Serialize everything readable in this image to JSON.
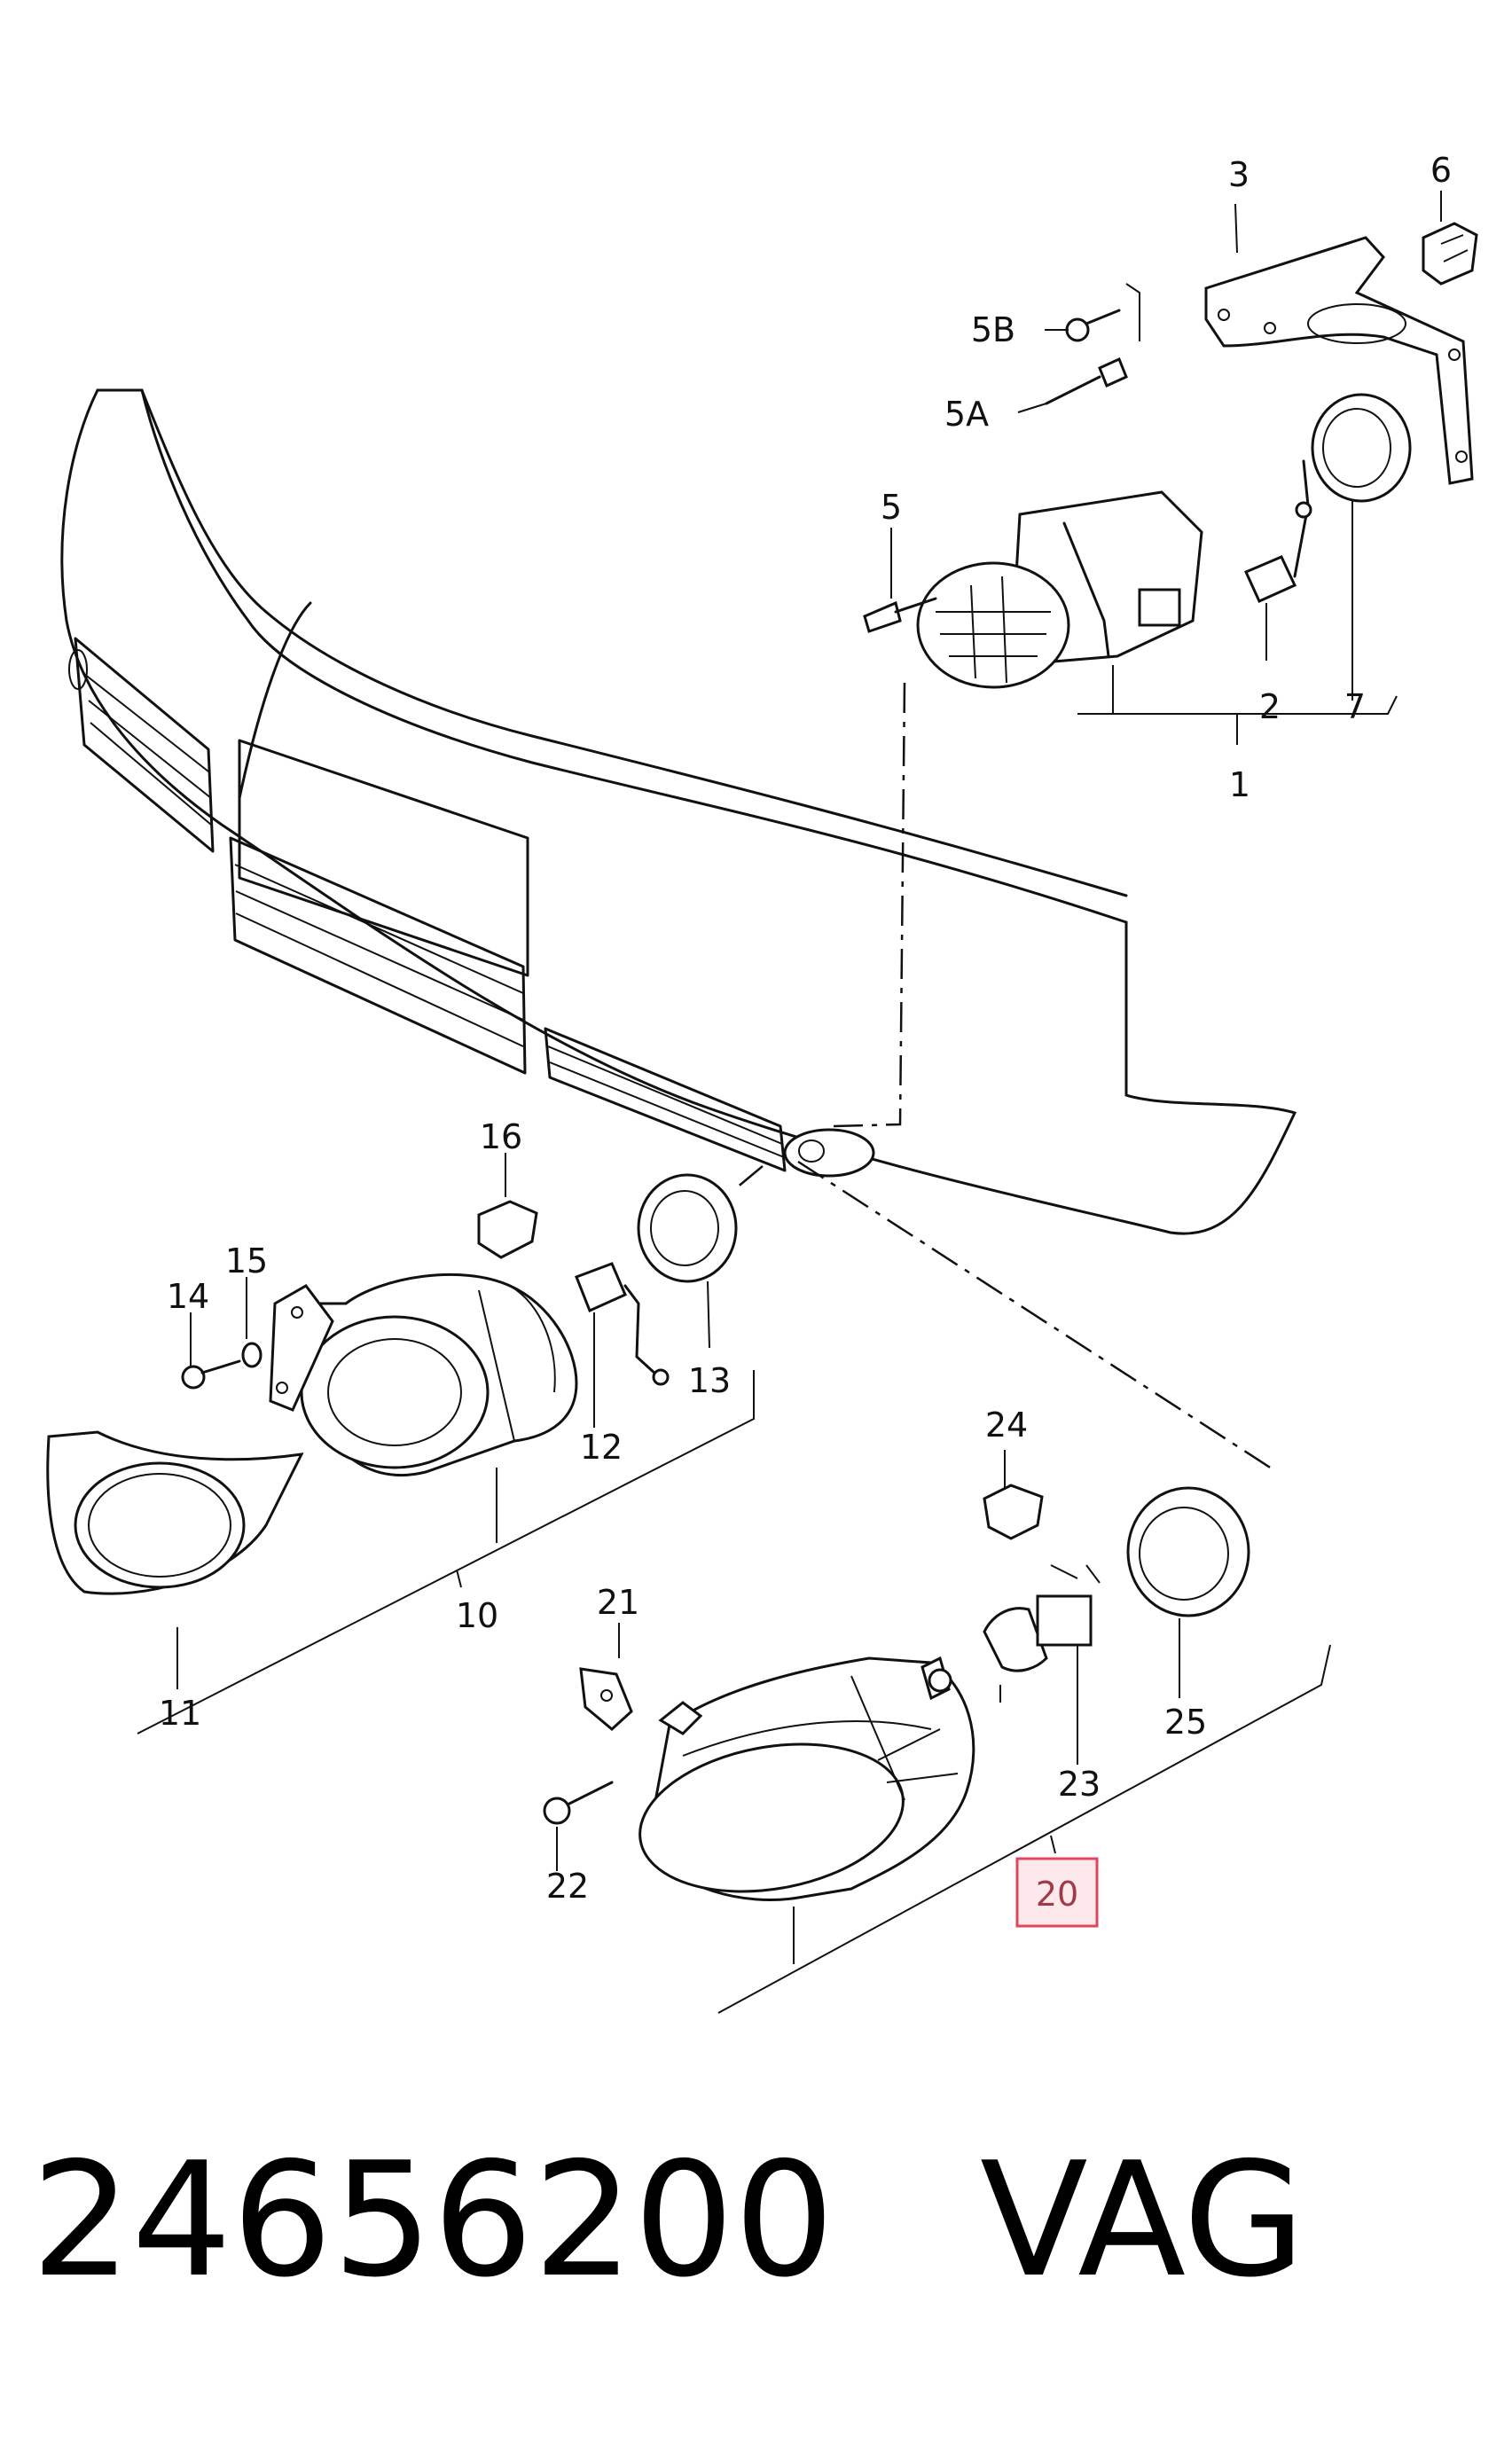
{
  "caption": {
    "part_number": "24656200",
    "brand": "VAG"
  },
  "callouts": {
    "c1": "1",
    "c2": "2",
    "c3": "3",
    "c5": "5",
    "c5a": "5A",
    "c5b": "5B",
    "c6": "6",
    "c7": "7",
    "c10": "10",
    "c11": "11",
    "c12": "12",
    "c13": "13",
    "c14": "14",
    "c15": "15",
    "c16": "16",
    "c20": "20",
    "c21": "21",
    "c22": "22",
    "c23": "23",
    "c24": "24",
    "c25": "25"
  },
  "highlight": {
    "callout": "20",
    "color": "#e1475c"
  }
}
